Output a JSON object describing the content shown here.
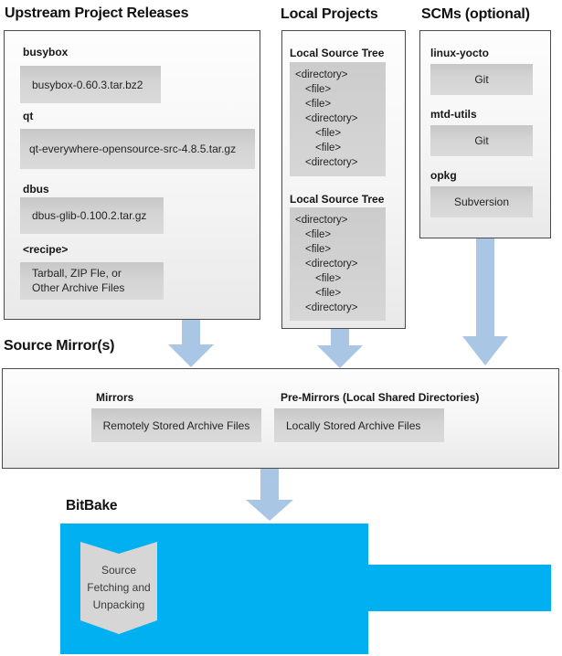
{
  "colors": {
    "arrow-blue": "#a9c6e4",
    "bitbake-blue": "#00b0f0",
    "panel-border": "#4a4a4a",
    "chevron-gray": "#d6d6d6"
  },
  "headings": {
    "upstream": "Upstream Project Releases",
    "local": "Local Projects",
    "scms": "SCMs (optional)",
    "mirrors": "Source Mirror(s)",
    "bitbake": "BitBake"
  },
  "upstream": {
    "items": [
      {
        "label": "busybox",
        "file": "busybox-0.60.3.tar.bz2"
      },
      {
        "label": "qt",
        "file": "qt-everywhere-opensource-src-4.8.5.tar.gz"
      },
      {
        "label": "dbus",
        "file": "dbus-glib-0.100.2.tar.gz"
      },
      {
        "label": "<recipe>",
        "file": "Tarball, ZIP Fle, or\nOther Archive Files"
      }
    ]
  },
  "local": {
    "tree_label": "Local Source Tree",
    "lines": [
      {
        "text": "<directory>",
        "indent": 0
      },
      {
        "text": "<file>",
        "indent": 1
      },
      {
        "text": "<file>",
        "indent": 1
      },
      {
        "text": "<directory>",
        "indent": 1
      },
      {
        "text": "<file>",
        "indent": 2
      },
      {
        "text": "<file>",
        "indent": 2
      },
      {
        "text": "<directory>",
        "indent": 1
      }
    ]
  },
  "scms": {
    "items": [
      {
        "label": "linux-yocto",
        "scm": "Git"
      },
      {
        "label": "mtd-utils",
        "scm": "Git"
      },
      {
        "label": "opkg",
        "scm": "Subversion"
      }
    ]
  },
  "mirrors": {
    "mirrors_label": "Mirrors",
    "remote_box": "Remotely Stored Archive Files",
    "premirrors_label": "Pre-Mirrors (Local Shared Directories)",
    "local_box": "Locally Stored Archive Files"
  },
  "bitbake": {
    "process": "Source\nFetching and\nUnpacking"
  }
}
